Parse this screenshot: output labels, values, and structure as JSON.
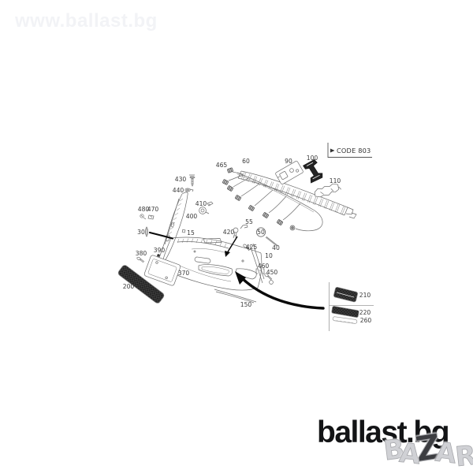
{
  "watermark": {
    "text": "www.ballast.bg"
  },
  "diagram": {
    "code_label": "CODE 803",
    "part_labels": [
      "465",
      "60",
      "90",
      "100",
      "110",
      "430",
      "440",
      "410",
      "400",
      "480",
      "470",
      "30",
      "15",
      "420",
      "55",
      "50",
      "425",
      "40",
      "10",
      "380",
      "390",
      "370",
      "460",
      "450",
      "200",
      "150",
      "210",
      "220",
      "260"
    ],
    "colors": {
      "line": "#6b6b6b",
      "label": "#3a3a3a",
      "dark_fill": "#232323",
      "arrow": "#0a0a0a"
    }
  },
  "footer": {
    "logo_text": "ballast.bg",
    "overlay_letters": [
      "B",
      "A",
      "Z",
      "A",
      "R"
    ]
  }
}
